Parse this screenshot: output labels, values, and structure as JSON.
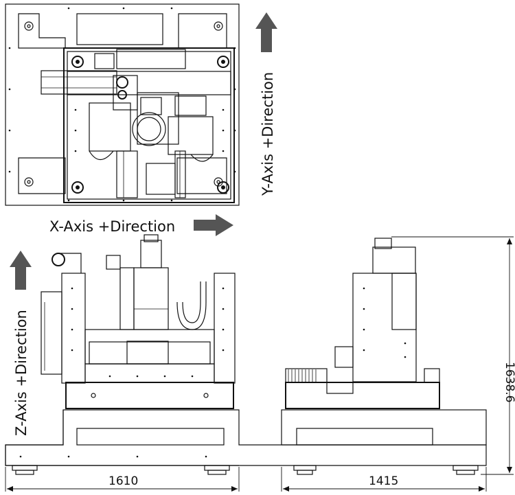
{
  "labels": {
    "x_axis": "X-Axis +Direction",
    "y_axis": "Y-Axis +Direction",
    "z_axis": "Z-Axis +Direction"
  },
  "dimensions": {
    "front_width": "1610",
    "side_width": "1415",
    "height": "1638.6"
  },
  "colors": {
    "line": "#111111",
    "arrow": "#555555",
    "background": "#ffffff"
  }
}
